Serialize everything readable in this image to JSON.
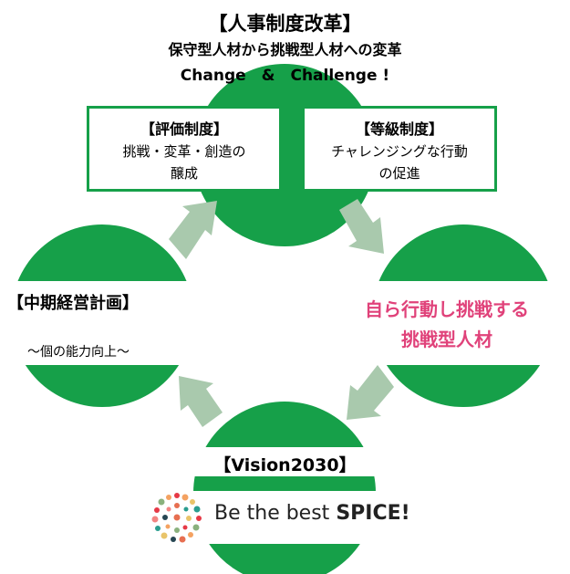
{
  "header": {
    "title": "【人事制度改革】",
    "subtitle": "保守型人材から挑戦型人材への変革",
    "slogan": "Change　&　Challenge !"
  },
  "boxes": {
    "evaluation": {
      "title": "【評価制度】",
      "line1": "挑戦・変革・創造の",
      "line2": "醸成"
    },
    "grade": {
      "title": "【等級制度】",
      "line1": "チャレンジングな行動",
      "line2": "の促進"
    }
  },
  "left": {
    "title": "【中期経営計画】",
    "subtitle": "～個の能力向上～"
  },
  "right": {
    "line1": "自ら行動し挑戦する",
    "line2": "挑戦型人材"
  },
  "bottom": {
    "title": "【Vision2030】"
  },
  "logo": {
    "text_prefix": "Be the best ",
    "text_brand": "SPICE!"
  },
  "colors": {
    "circle_green": "#16a049",
    "arrow_green": "#a9c9ad",
    "box_border": "#16a049",
    "accent_pink": "#e0427a"
  }
}
